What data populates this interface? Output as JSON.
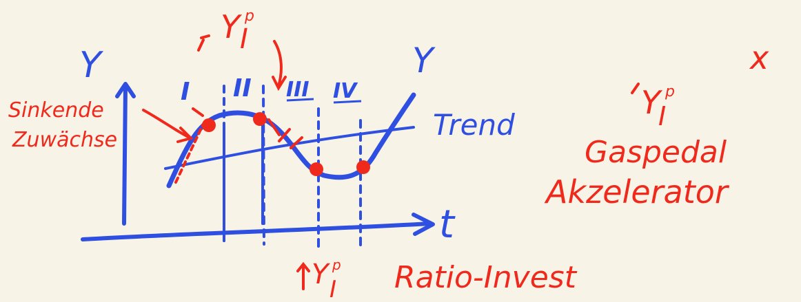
{
  "colors": {
    "background": "#f7f3e6",
    "blue": "#2f4fe0",
    "red": "#ef2a1d"
  },
  "axes": {
    "y_left": "Y",
    "y_right": "Y",
    "x": "t"
  },
  "phases": [
    "I",
    "II",
    "III",
    "IV"
  ],
  "curve_labels": {
    "trend": "Trend"
  },
  "left_note": {
    "line1": "Sinkende",
    "line2": "Zuwächse"
  },
  "top_symbol": {
    "base": "Y",
    "sup": "p",
    "sub": "I"
  },
  "right_note": {
    "symbol_base": "Y",
    "symbol_sup": "p",
    "symbol_sub": "I",
    "line1": "Gaspedal",
    "line2": "Akzelerator",
    "mark": "x"
  },
  "bottom_note": {
    "symbol_base": "Y",
    "symbol_sup": "p",
    "symbol_sub": "I",
    "text": "Ratio-Invest"
  }
}
